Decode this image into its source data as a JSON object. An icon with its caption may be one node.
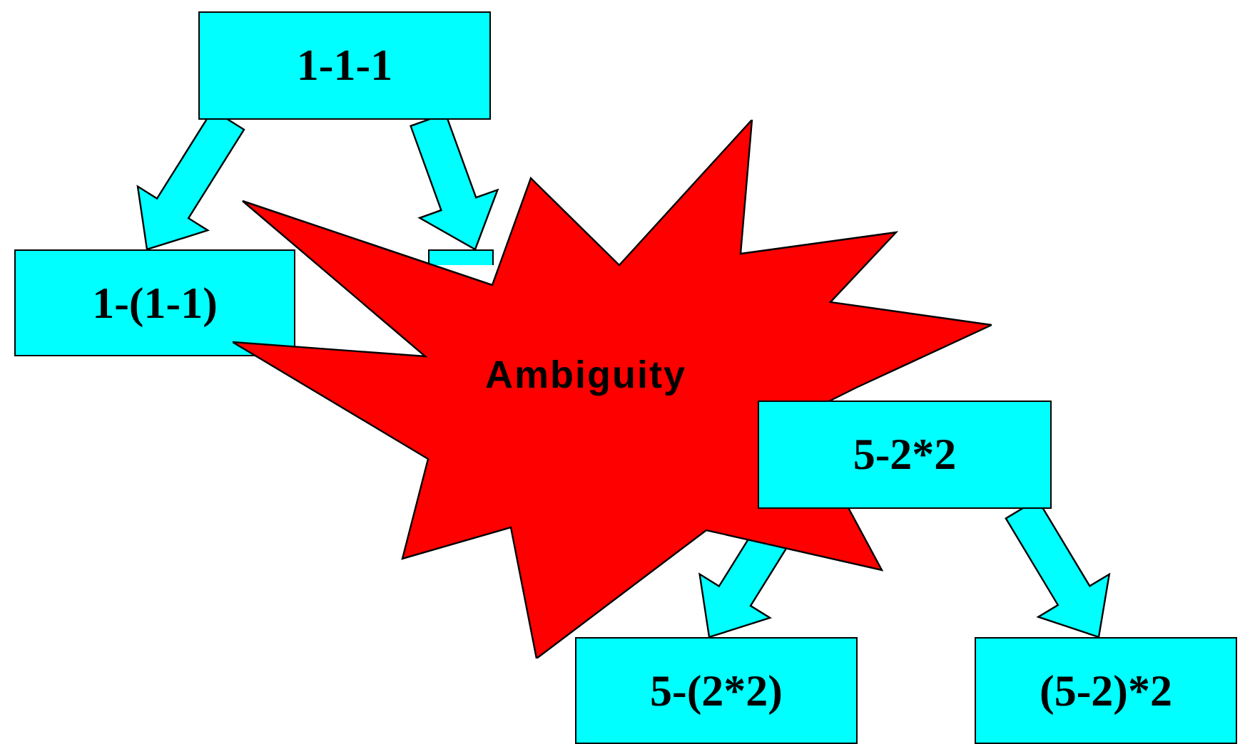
{
  "diagram": {
    "nodes": [
      {
        "text": [
          "1-1-1"
        ]
      },
      {
        "text": [
          "1-(1-1)"
        ]
      },
      {
        "text": [],
        "shape": "box"
      },
      {
        "text": [
          "Ambiguity"
        ]
      },
      {
        "text": [
          "5-2*2"
        ]
      },
      {
        "text": [
          "5-(2*2)"
        ]
      },
      {
        "text": [
          "(5-2)*2"
        ]
      }
    ],
    "edges": [
      {
        "from": 0,
        "to": 1,
        "arrow": "to"
      },
      {
        "from": 0,
        "to": 2,
        "arrow": "to"
      },
      {
        "from": 4,
        "to": 5,
        "arrow": "to"
      },
      {
        "from": 4,
        "to": 6,
        "arrow": "to"
      }
    ]
  }
}
